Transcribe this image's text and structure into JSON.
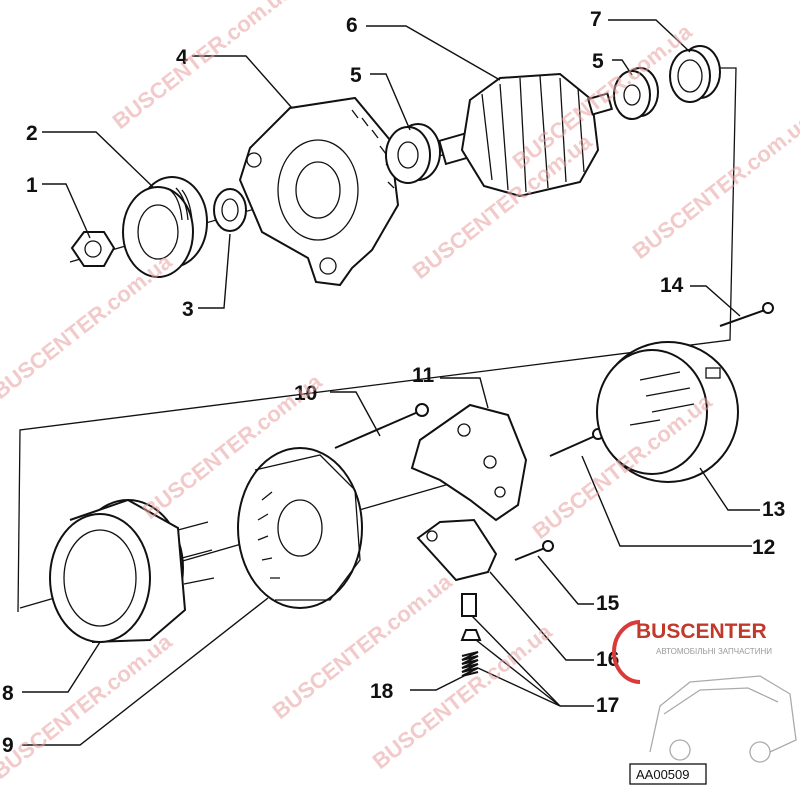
{
  "diagram": {
    "callouts": [
      "1",
      "2",
      "3",
      "4",
      "5",
      "5",
      "6",
      "7",
      "8",
      "9",
      "10",
      "11",
      "12",
      "13",
      "14",
      "15",
      "16",
      "17",
      "18"
    ],
    "ref_code": "AA00509",
    "watermark": "BUSCENTER.com.ua",
    "logo": {
      "name": "BUSCENTER",
      "tagline": "АВТОМОБІЛЬНІ ЗАПЧАСТИНИ"
    },
    "colors": {
      "line": "#111111",
      "watermark": "#e8a0a0",
      "logo_text": "#c0392b",
      "logo_ring": "#d93a3a"
    }
  }
}
